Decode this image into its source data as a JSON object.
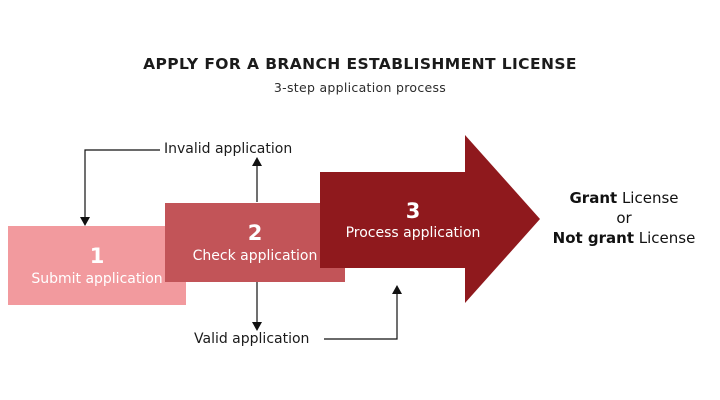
{
  "header": {
    "title": "APPLY FOR A BRANCH ESTABLISHMENT LICENSE",
    "subtitle": "3-step application process"
  },
  "steps": [
    {
      "number": "1",
      "label": "Submit application",
      "color": "#f29a9e"
    },
    {
      "number": "2",
      "label": "Check application",
      "color": "#c25458"
    },
    {
      "number": "3",
      "label": "Process application",
      "color": "#8f191d"
    }
  ],
  "annotations": {
    "invalid_label": "Invalid application",
    "valid_label": "Valid application"
  },
  "outcome": {
    "grant_bold": "Grant",
    "grant_rest": " License",
    "or": "or",
    "not_grant_bold": "Not grant",
    "not_grant_rest": " License"
  },
  "line_color": "#111111"
}
